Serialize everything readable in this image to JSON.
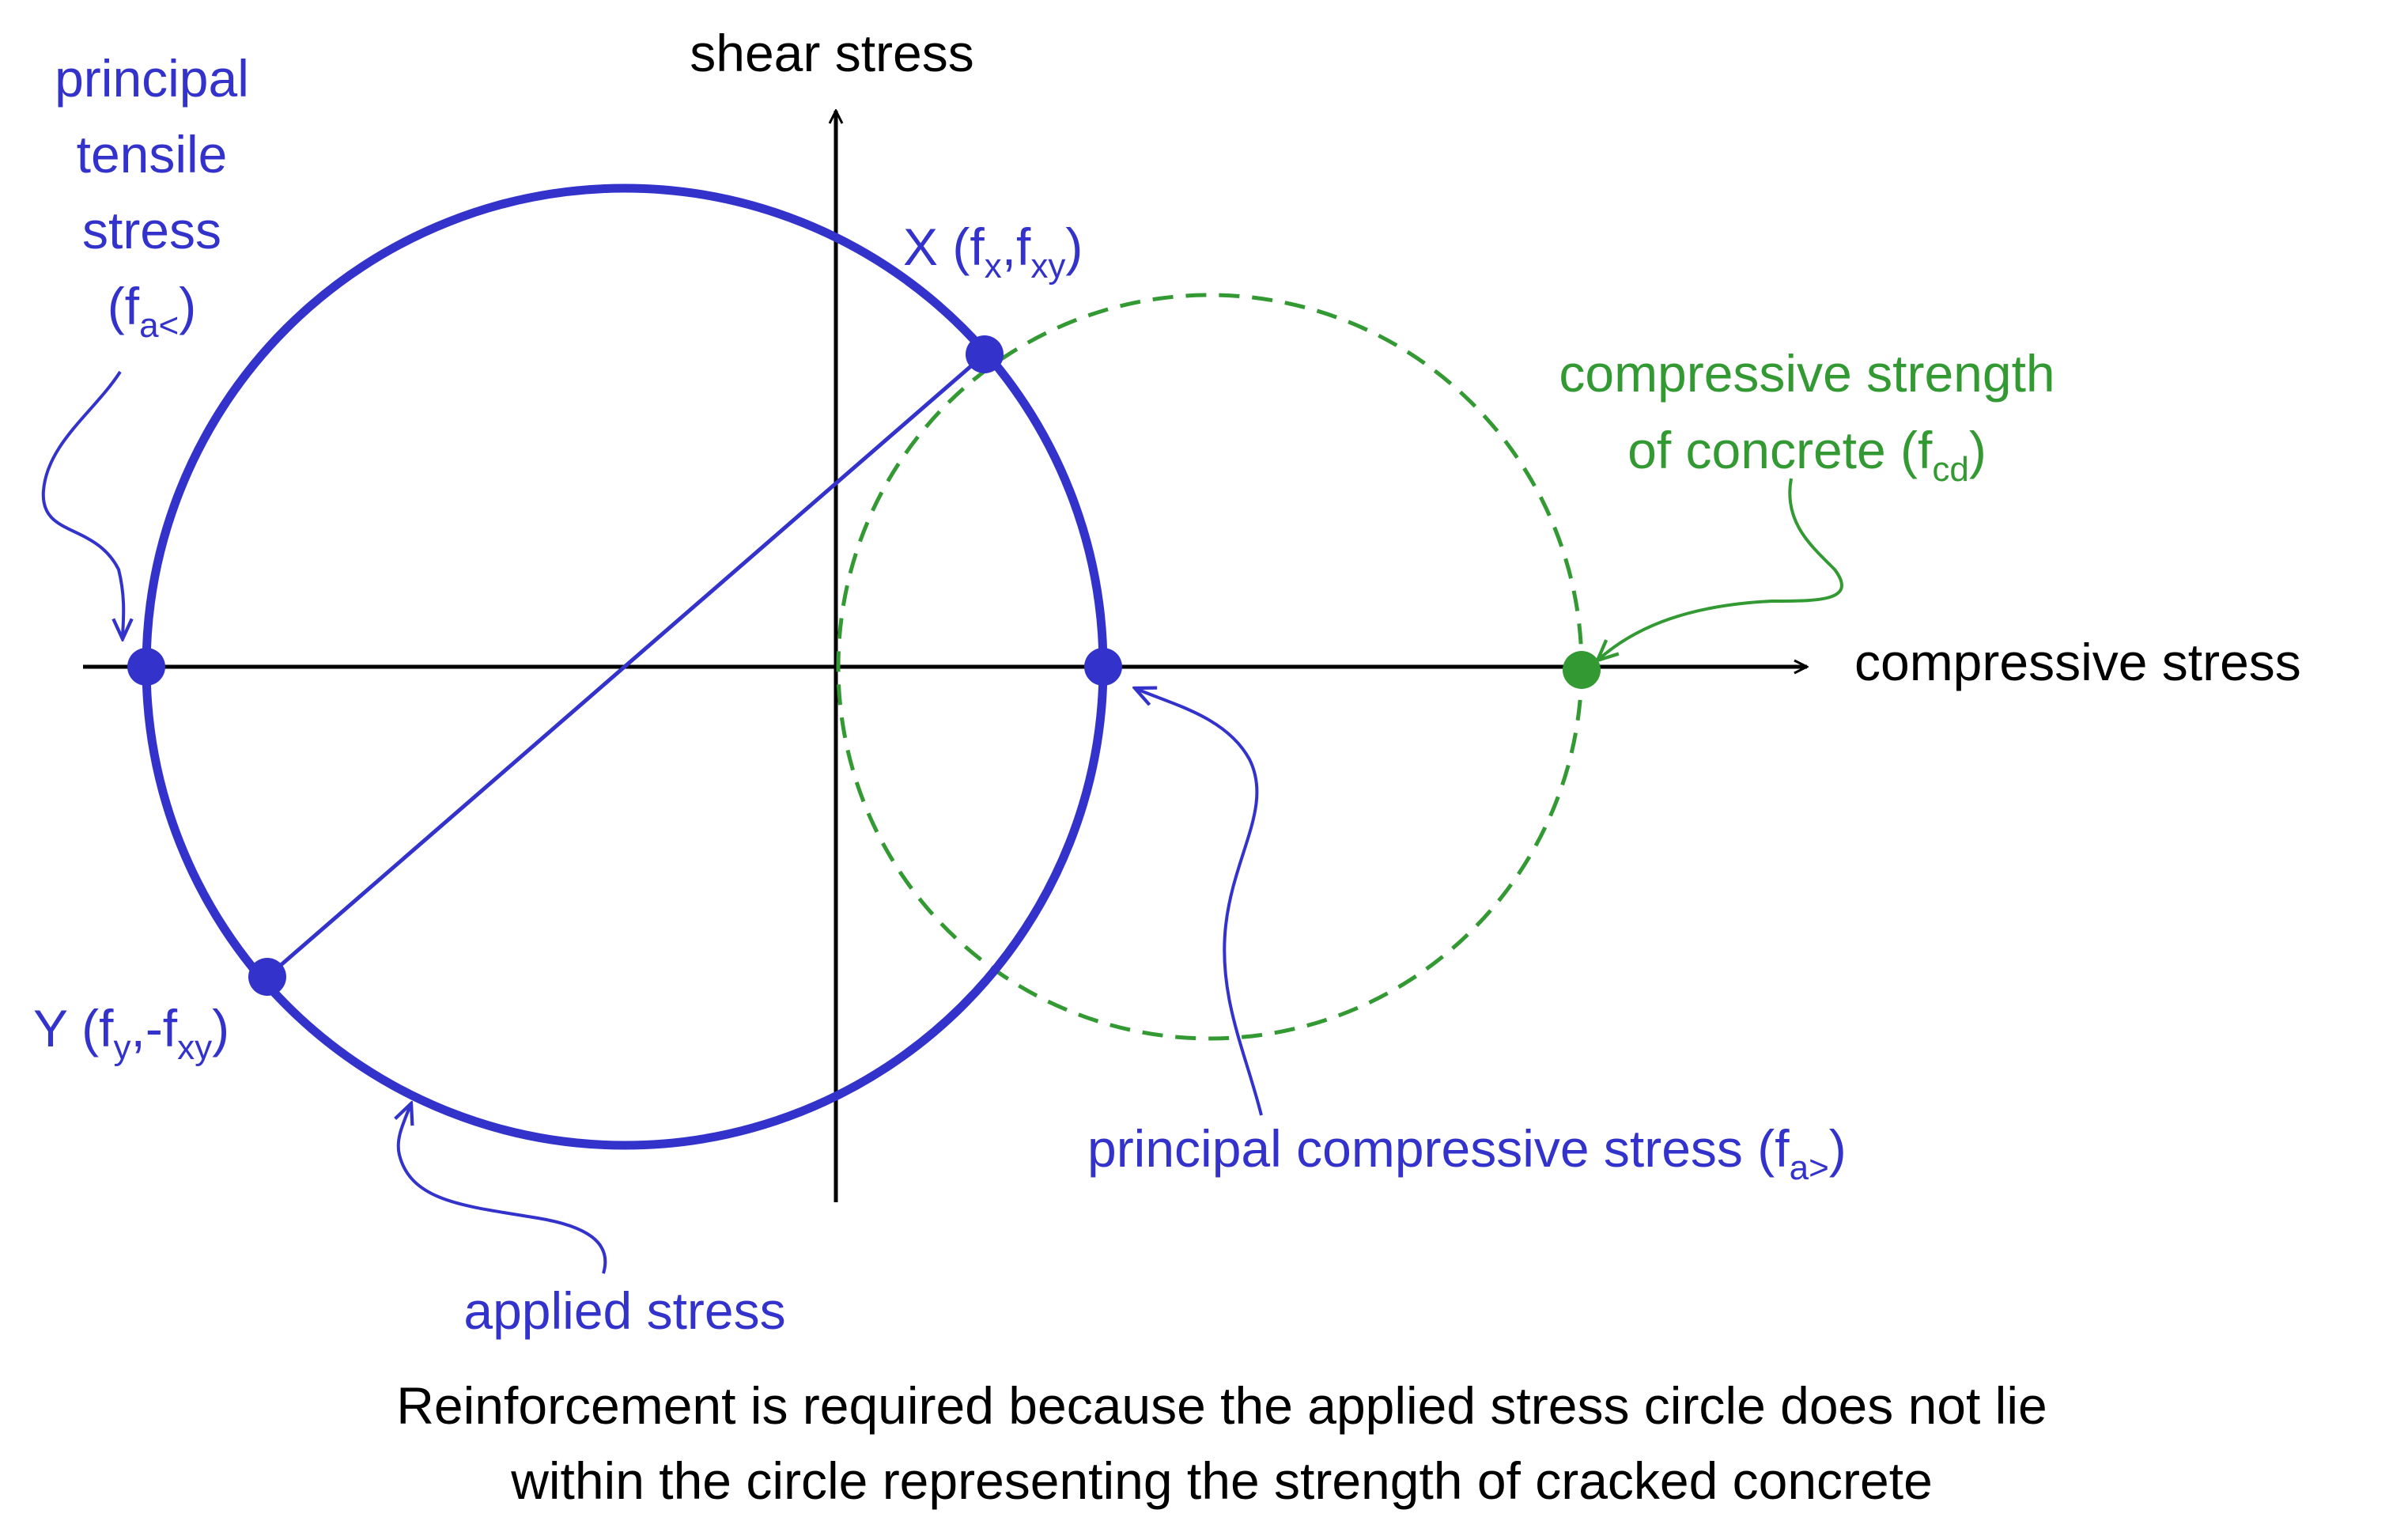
{
  "axes": {
    "y_label": "shear stress",
    "x_label": "compressive stress"
  },
  "labels": {
    "tensile_line1": "principal",
    "tensile_line2": "tensile",
    "tensile_line3": "stress",
    "tensile_sym_open": "(f",
    "tensile_sym_sub": "a<",
    "tensile_sym_close": ")",
    "point_x_main": "X (f",
    "point_x_sub1": "x",
    "point_x_mid": ",f",
    "point_x_sub2": "xy",
    "point_x_close": ")",
    "point_y_main": "Y (f",
    "point_y_sub1": "y",
    "point_y_mid": ",-f",
    "point_y_sub2": "xy",
    "point_y_close": ")",
    "strength_line1": "compressive strength",
    "strength_line2_main": "of concrete (f",
    "strength_line2_sub": "cd",
    "strength_line2_close": ")",
    "principal_comp_main": "principal compressive stress (f",
    "principal_comp_sub": "a>",
    "principal_comp_close": ")",
    "applied": "applied stress"
  },
  "caption": {
    "line1": "Reinforcement is required because the applied stress circle does not lie",
    "line2": "within the circle representing the strength of cracked concrete"
  },
  "colors": {
    "applied": "#3333cc",
    "strength": "#339933",
    "axis": "#000000"
  }
}
